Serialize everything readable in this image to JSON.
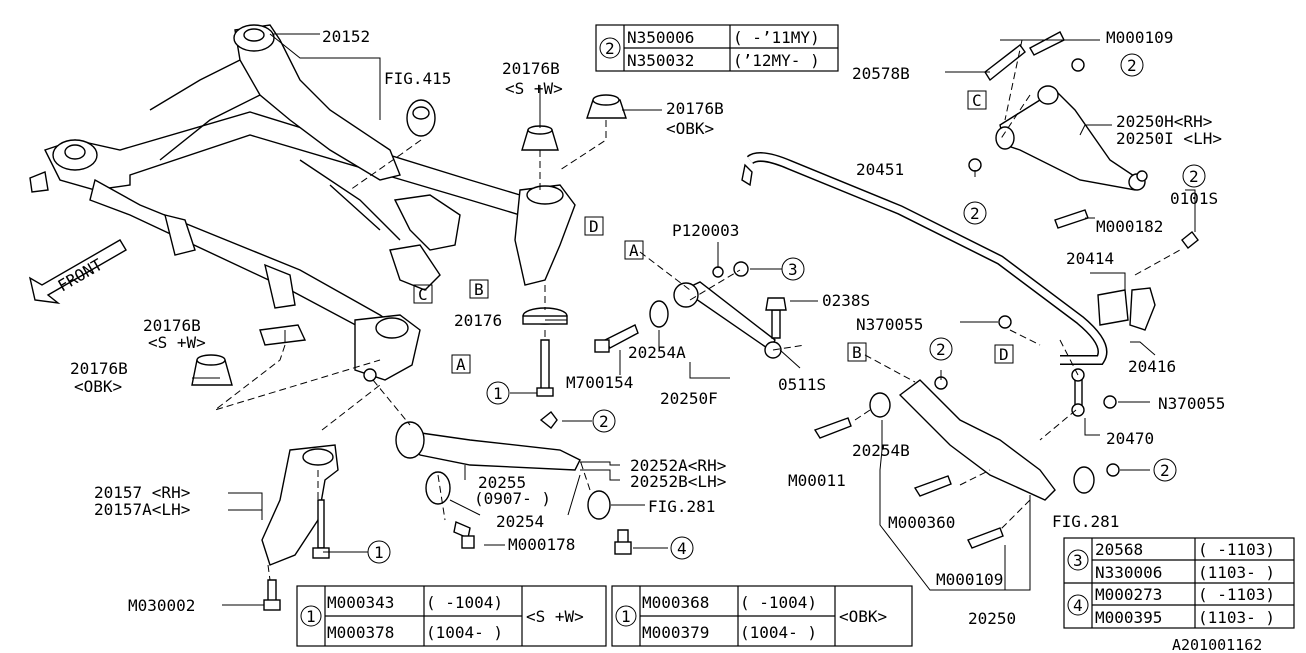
{
  "diagram_id": "A201001162",
  "front_label": "FRONT",
  "callouts": {
    "p20152": "20152",
    "fig415": "FIG.415",
    "p20176b_top": "20176B",
    "sw_top": "<S +W>",
    "p20176b_top2": "20176B",
    "obk_top2": "<OBK>",
    "p20176": "20176",
    "p20176b_left": "20176B",
    "sw_left": "<S +W>",
    "p20176b_left2": "20176B",
    "obk_left2": "<OBK>",
    "p20157": "20157 <RH>",
    "p20157a": "20157A<LH>",
    "m030002": "M030002",
    "p120003": "P120003",
    "p0238s": "0238S",
    "p20254a": "20254A",
    "m700154": "M700154",
    "p20250f": "20250F",
    "p0511s": "0511S",
    "p20252a": "20252A<RH>",
    "p20252b": "20252B<LH>",
    "p20255": "20255",
    "p0907": "(0907- )",
    "p20254": "20254",
    "fig281_mid": "FIG.281",
    "m000178": "M000178",
    "m000109_top": "M000109",
    "p20578b": "20578B",
    "p20250h": "20250H<RH>",
    "p20250i": "20250I <LH>",
    "p20451": "20451",
    "m000182": "M000182",
    "p0101s": "0101S",
    "p20414": "20414",
    "n370055_a": "N370055",
    "p20416": "20416",
    "n370055_b": "N370055",
    "p20470": "20470",
    "p20254b": "20254B",
    "m00011": "M00011",
    "m000360": "M000360",
    "fig281_right": "FIG.281",
    "m000109_bot": "M000109",
    "p20250": "20250"
  },
  "ref_letters": {
    "a": "A",
    "b": "B",
    "c": "C",
    "d": "D"
  },
  "circle_numbers": {
    "one": "1",
    "two": "2",
    "three": "3",
    "four": "4"
  },
  "tables": {
    "t2": {
      "key": "2",
      "rows": [
        [
          "N350006",
          "( -’11MY)"
        ],
        [
          "N350032",
          "(’12MY- )"
        ]
      ]
    },
    "t1a": {
      "key": "1",
      "rows": [
        [
          "M000343",
          "( -1004)"
        ],
        [
          "M000378",
          "(1004- )"
        ]
      ],
      "note": "<S +W>"
    },
    "t1b": {
      "key": "1",
      "rows": [
        [
          "M000368",
          "( -1004)"
        ],
        [
          "M000379",
          "(1004- )"
        ]
      ],
      "note": "<OBK>"
    },
    "t3": {
      "key": "3",
      "rows": [
        [
          "20568",
          "( -1103)"
        ],
        [
          "N330006",
          "(1103- )"
        ]
      ]
    },
    "t4": {
      "key": "4",
      "rows": [
        [
          "M000273",
          "( -1103)"
        ],
        [
          "M000395",
          "(1103- )"
        ]
      ]
    }
  }
}
